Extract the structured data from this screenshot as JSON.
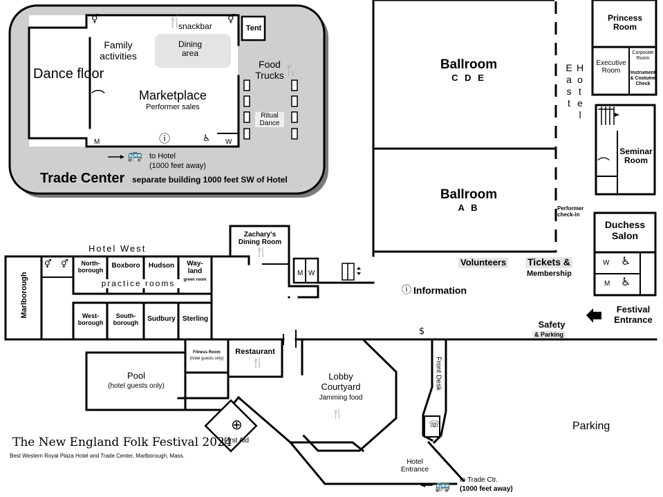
{
  "title": "The New England Folk Festival 2024",
  "subtitle": "Best Western Royal Plaza Hotel and Trade Center, Marlborough, Mass.",
  "trade_center": {
    "name": "Trade Center",
    "note": "separate building 1000 feet SW of Hotel",
    "dance_floor": "Dance floor",
    "family": "Family activities",
    "marketplace": "Marketplace",
    "marketplace_sub": "Performer sales",
    "snackbar": "snackbar",
    "dining": "Dining area",
    "tent": "Tent",
    "food_trucks": "Food Trucks",
    "ritual_dance": "Ritual Dance",
    "m": "M",
    "w": "W",
    "to_hotel": "to Hotel",
    "to_hotel_dist": "(1000 feet away)"
  },
  "ballrooms": {
    "cde": "Ballroom",
    "cde_sub": "C D E",
    "ab": "Ballroom",
    "ab_sub": "A B"
  },
  "hotel_east": "Hotel East",
  "performer_checkin": "Performer check-in",
  "rooms_east": {
    "princess": "Princess Room",
    "executive": "Executive Room",
    "corporate": "Corporate Room",
    "instrument_check": "Instrument & Costume Check",
    "seminar": "Seminar Room",
    "duchess": "Duchess Salon",
    "w": "W",
    "m": "M"
  },
  "hotel_west": {
    "label": "Hotel West",
    "marlborough": "Marlborough",
    "northborough": "North-borough",
    "boxboro": "Boxboro",
    "hudson": "Hudson",
    "wayland": "Way-land",
    "wayland_sub": "green room",
    "practice": "practice rooms",
    "westborough": "West-borough",
    "southborough": "South-borough",
    "sudbury": "Sudbury",
    "sterling": "Sterling",
    "m": "M",
    "w": "W"
  },
  "zachary": "Zachary's Dining Room",
  "restaurant": "Restaurant",
  "fitness": "Fitness Room",
  "fitness_sub": "(hotel guests only)",
  "pool": "Pool",
  "pool_sub": "(hotel guests only)",
  "first_aid": "First Aid",
  "lobby": "Lobby Courtyard",
  "lobby_sub": "Jamming food",
  "front_desk": "Front Desk",
  "hotel_entrance": "Hotel Entrance",
  "to_trade": "to Trade Ctr.",
  "to_trade_dist": "(1000 feet away)",
  "parking": "Parking",
  "volunteers": "Volunteers",
  "tickets": "Tickets &",
  "membership": "Membership",
  "information": "Information",
  "festival_entrance": "Festival Entrance",
  "safety": "Safety",
  "safety_sub": "& Parking",
  "icons": {
    "restroom": "restroom-icon",
    "fork_knife": "fork-knife-icon",
    "hanger": "coat-hanger-icon",
    "info": "info-icon",
    "bus": "bus-icon",
    "first_aid": "first-aid-cross-icon",
    "phone": "phone-icon",
    "arrow": "arrow-left-icon",
    "stairs": "stairs-icon",
    "elevator": "elevator-icon",
    "baby_change": "baby-changing-icon",
    "money": "money-icon"
  }
}
